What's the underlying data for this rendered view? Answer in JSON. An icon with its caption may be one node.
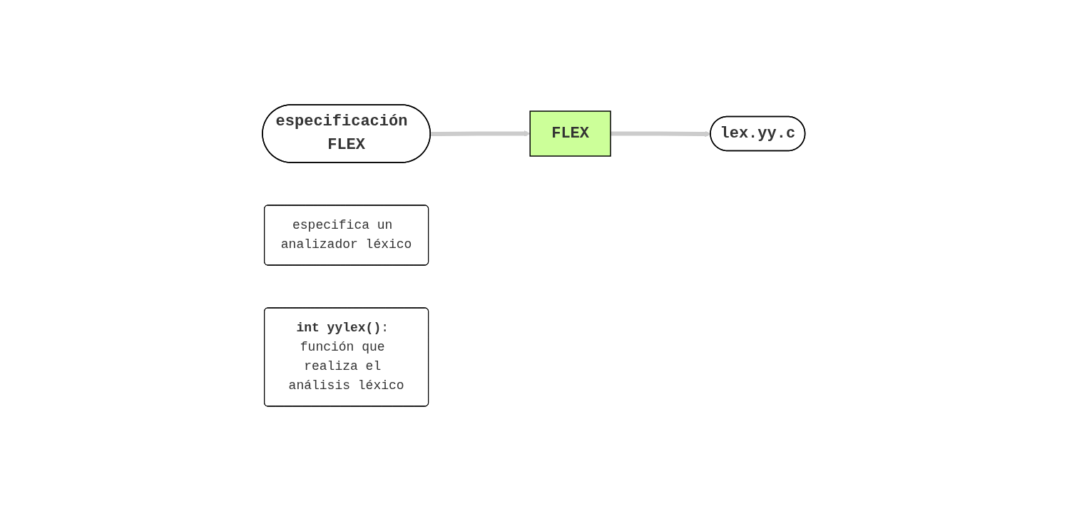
{
  "diagram": {
    "nodes": [
      {
        "text": [
          "especificación FLEX"
        ]
      },
      {
        "text": [
          "FLEX"
        ]
      },
      {
        "text": [
          "lex.yy.c"
        ]
      },
      {
        "text": [
          "especifica un analizador léxico"
        ]
      },
      {
        "text": [
          "**int yylex()**: función que realiza el análisis léxico"
        ]
      }
    ],
    "edges": [
      {
        "from": 0,
        "to": 1,
        "arrow": "to",
        "color": "#cccccc"
      },
      {
        "from": 1,
        "to": 2,
        "arrow": "to",
        "color": "#cccccc"
      }
    ]
  }
}
